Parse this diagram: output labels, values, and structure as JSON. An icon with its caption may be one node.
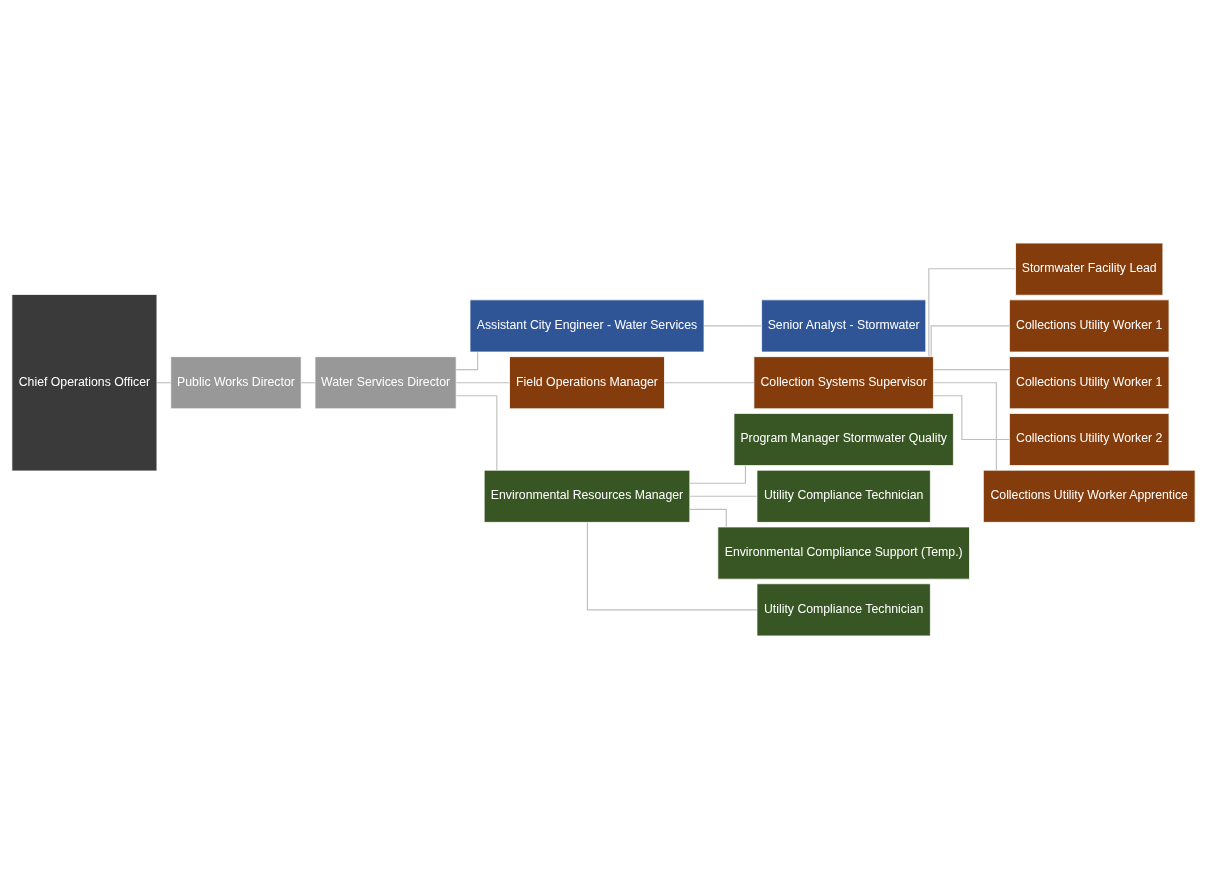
{
  "diagram": {
    "nodes": [
      {
        "text": [
          "Chief Operations Officer"
        ]
      },
      {
        "text": [
          "Public Works Director"
        ]
      },
      {
        "text": [
          "Water Services Director"
        ]
      },
      {
        "text": [
          "Assistant City Engineer - Water Services"
        ]
      },
      {
        "text": [
          "Senior Analyst - Stormwater"
        ]
      },
      {
        "text": [
          "Field Operations Manager"
        ]
      },
      {
        "text": [
          "Collection Systems Supervisor"
        ]
      },
      {
        "text": [
          "Stormwater Facility Lead"
        ]
      },
      {
        "text": [
          "Collections Utility Worker 1"
        ]
      },
      {
        "text": [
          "Collections Utility Worker 1"
        ]
      },
      {
        "text": [
          "Collections Utility Worker 2"
        ]
      },
      {
        "text": [
          "Collections Utility Worker Apprentice"
        ]
      },
      {
        "text": [
          "Environmental Resources Manager"
        ]
      },
      {
        "text": [
          "Program Manager Stormwater Quality"
        ]
      },
      {
        "text": [
          "Utility Compliance Technician"
        ]
      },
      {
        "text": [
          "Environmental Compliance Support (Temp.)"
        ]
      },
      {
        "text": [
          "Utility Compliance Technician"
        ]
      }
    ],
    "edges": [
      {
        "from": 0,
        "to": 1,
        "arrow": "none"
      },
      {
        "from": 1,
        "to": 2,
        "arrow": "none"
      },
      {
        "from": 2,
        "to": 3,
        "arrow": "none"
      },
      {
        "from": 2,
        "to": 5,
        "arrow": "none"
      },
      {
        "from": 2,
        "to": 12,
        "arrow": "none"
      },
      {
        "from": 3,
        "to": 4,
        "arrow": "none"
      },
      {
        "from": 5,
        "to": 6,
        "arrow": "none"
      },
      {
        "from": 6,
        "to": 7,
        "arrow": "none"
      },
      {
        "from": 6,
        "to": 8,
        "arrow": "none"
      },
      {
        "from": 6,
        "to": 9,
        "arrow": "none"
      },
      {
        "from": 6,
        "to": 10,
        "arrow": "none"
      },
      {
        "from": 6,
        "to": 11,
        "arrow": "none"
      },
      {
        "from": 12,
        "to": 13,
        "arrow": "none"
      },
      {
        "from": 12,
        "to": 14,
        "arrow": "none"
      },
      {
        "from": 12,
        "to": 15,
        "arrow": "none"
      },
      {
        "from": 12,
        "to": 16,
        "arrow": "none"
      }
    ]
  }
}
